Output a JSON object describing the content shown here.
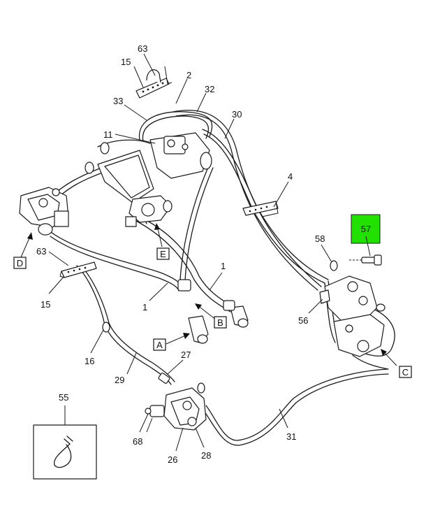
{
  "highlight": {
    "part": "57",
    "color": "#22e000",
    "text_color": "#2a7a00"
  },
  "labels": {
    "l63a": "63",
    "l15a": "15",
    "l2": "2",
    "l32": "32",
    "l33": "33",
    "l30": "30",
    "l11": "11",
    "l4": "4",
    "l58": "58",
    "l1a": "1",
    "l1b": "1",
    "l63b": "63",
    "l15b": "15",
    "l56": "56",
    "l16": "16",
    "l27": "27",
    "l29": "29",
    "l55": "55",
    "l31": "31",
    "l68": "68",
    "l26": "26",
    "l28": "28"
  },
  "callouts": {
    "A": "A",
    "B": "B",
    "C": "C",
    "D": "D",
    "E": "E"
  },
  "inset": {
    "part": "55"
  }
}
